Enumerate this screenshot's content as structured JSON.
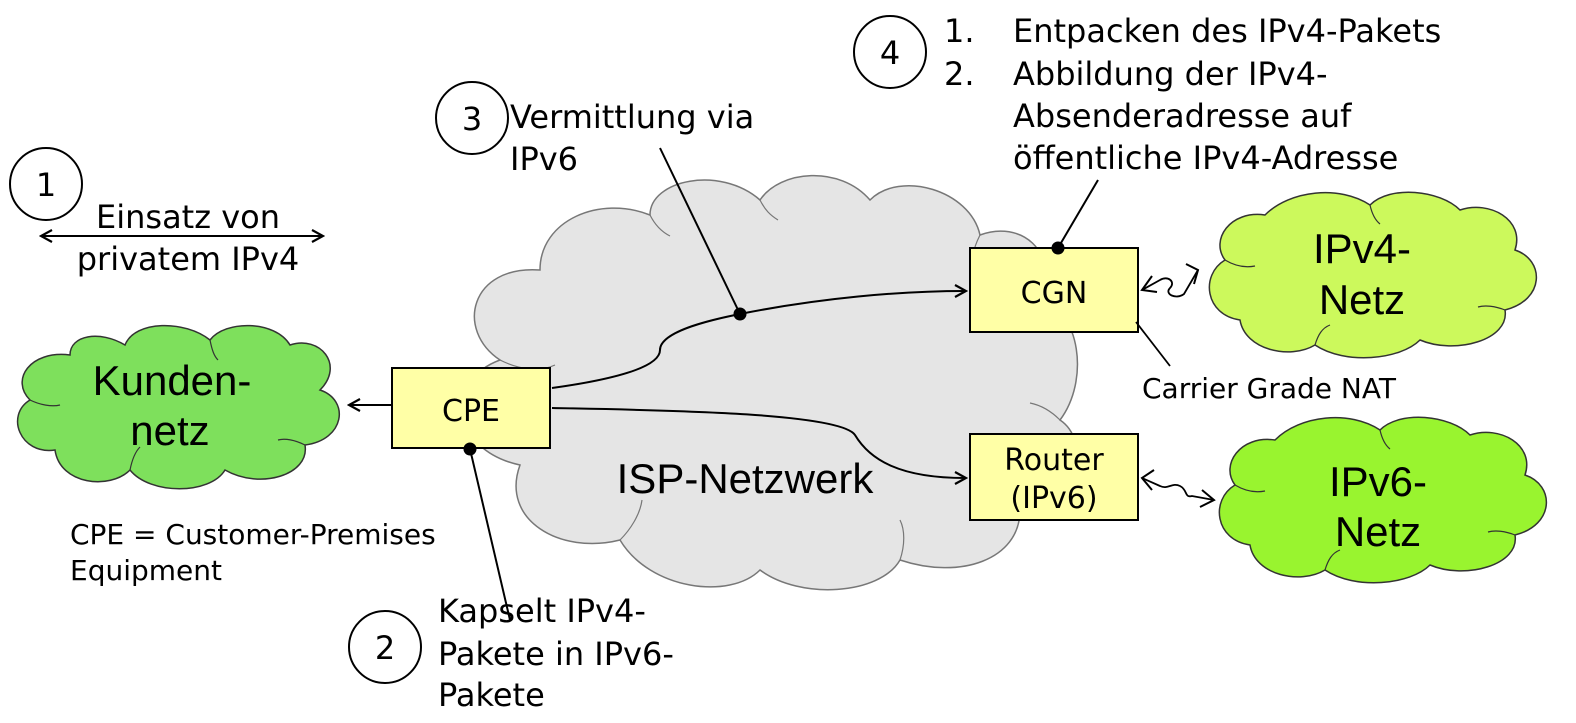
{
  "colors": {
    "isp_cloud": "#e5e5e5",
    "customer_cloud": "#7ee05c",
    "ipv4_cloud": "#ccf95c",
    "ipv6_cloud": "#99f42f",
    "box_fill": "#ffffa6"
  },
  "clouds": {
    "isp": "ISP-Netzwerk",
    "customer": [
      "Kunden-",
      "netz"
    ],
    "ipv4": [
      "IPv4-",
      "Netz"
    ],
    "ipv6": [
      "IPv6-",
      "Netz"
    ]
  },
  "boxes": {
    "cpe": "CPE",
    "cgn": "CGN",
    "router": [
      "Router",
      "(IPv6)"
    ]
  },
  "steps": {
    "s1": {
      "num": "1",
      "lines": [
        "Einsatz von",
        "privatem IPv4"
      ]
    },
    "s2": {
      "num": "2",
      "lines": [
        "Kapselt IPv4-",
        "Pakete in IPv6-",
        "Pakete"
      ]
    },
    "s3": {
      "num": "3",
      "lines": [
        "Vermittlung via",
        "IPv6"
      ]
    },
    "s4": {
      "num": "4",
      "items": [
        {
          "marker": "1.",
          "lines": [
            "Entpacken des IPv4-Pakets"
          ]
        },
        {
          "marker": "2.",
          "lines": [
            "Abbildung der IPv4-",
            "Absenderadresse auf",
            "öffentliche IPv4-Adresse"
          ]
        }
      ]
    }
  },
  "notes": {
    "cpe_def": [
      "CPE = Customer-Premises",
      "Equipment"
    ],
    "cgn_def": "Carrier Grade NAT"
  }
}
